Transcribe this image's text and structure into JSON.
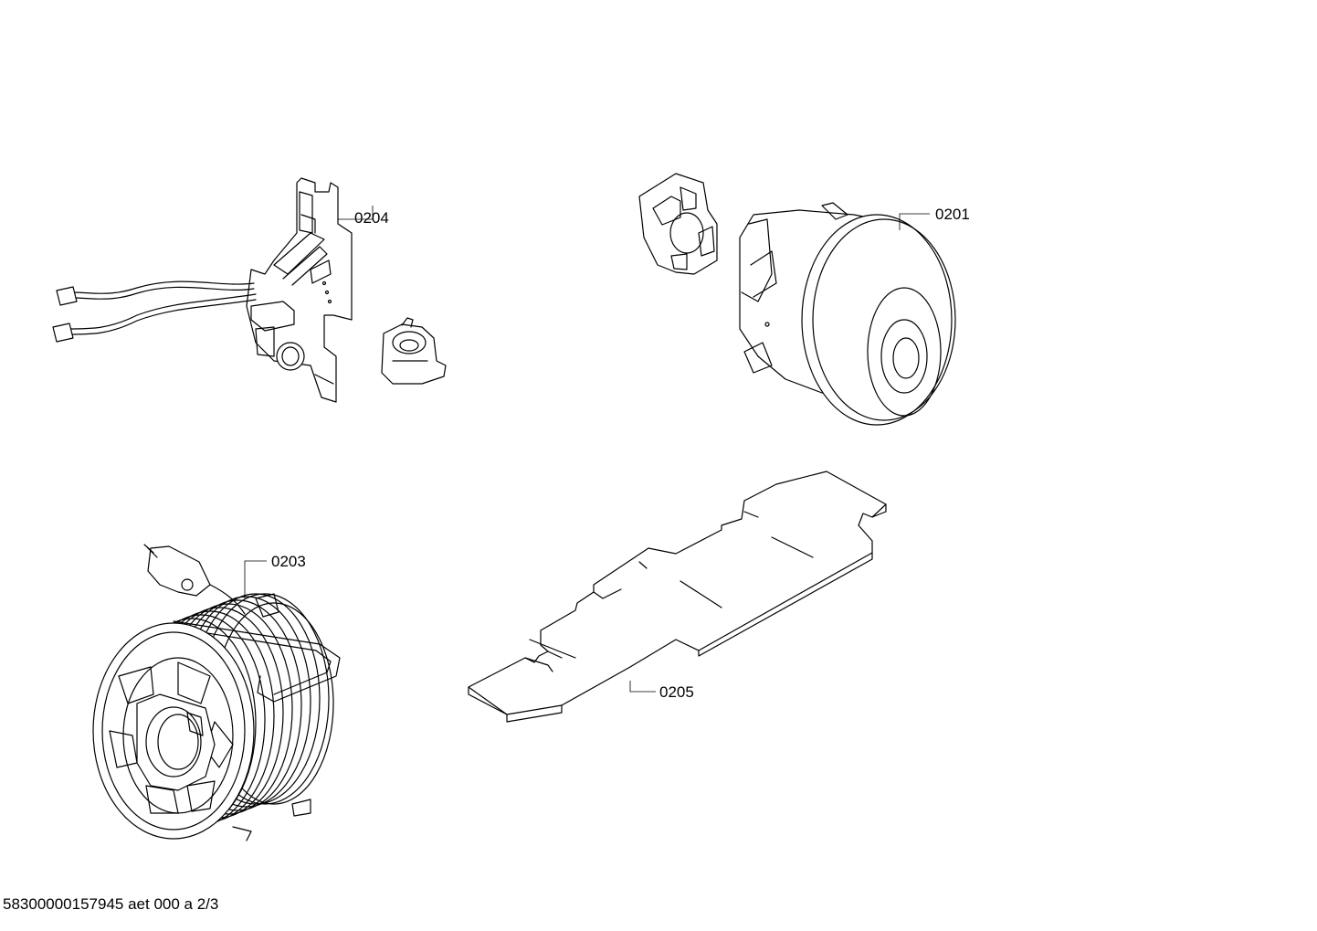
{
  "parts": [
    {
      "id": "0201"
    },
    {
      "id": "0203"
    },
    {
      "id": "0204"
    },
    {
      "id": "0205"
    }
  ],
  "footer": {
    "document_code": "58300000157945 aet 000 a 2/3"
  },
  "colors": {
    "line": "#000000",
    "background": "#ffffff"
  }
}
